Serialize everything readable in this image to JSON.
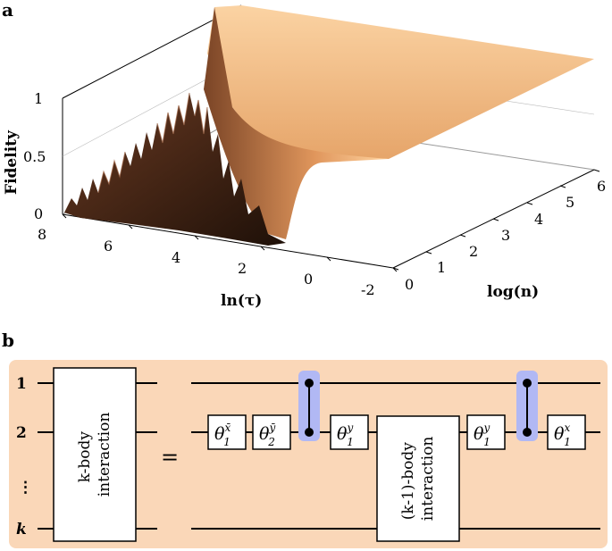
{
  "panel_a": {
    "label": "a",
    "z_axis": {
      "label": "Fidelity",
      "ticks": [
        "0",
        "0.5",
        "1"
      ]
    },
    "x_axis": {
      "label": "ln(τ)",
      "ticks": [
        "8",
        "6",
        "4",
        "2",
        "0",
        "-2"
      ]
    },
    "y_axis": {
      "label": "log(n)",
      "ticks": [
        "0",
        "1",
        "2",
        "3",
        "4",
        "5",
        "6"
      ]
    }
  },
  "panel_b": {
    "label": "b",
    "wire_labels": [
      "1",
      "2",
      "⋮",
      "k"
    ],
    "lhs_box": "k-body interaction",
    "equals": "=",
    "gates": [
      {
        "base": "θ",
        "sub": "1",
        "sup": "x̄"
      },
      {
        "base": "θ",
        "sub": "2",
        "sup": "ȳ"
      },
      {
        "base": "θ",
        "sub": "1",
        "sup": "y"
      },
      {
        "base": "θ",
        "sub": "1",
        "sup": "y"
      },
      {
        "base": "θ",
        "sub": "1",
        "sup": "x"
      }
    ],
    "rhs_box": "(k-1)-body interaction"
  },
  "colors": {
    "surface_high": "#ffc98a",
    "surface_low": "#2a160c",
    "panel_b_bg": "#fad7b8",
    "cz_highlight": "#b1b8f4"
  }
}
